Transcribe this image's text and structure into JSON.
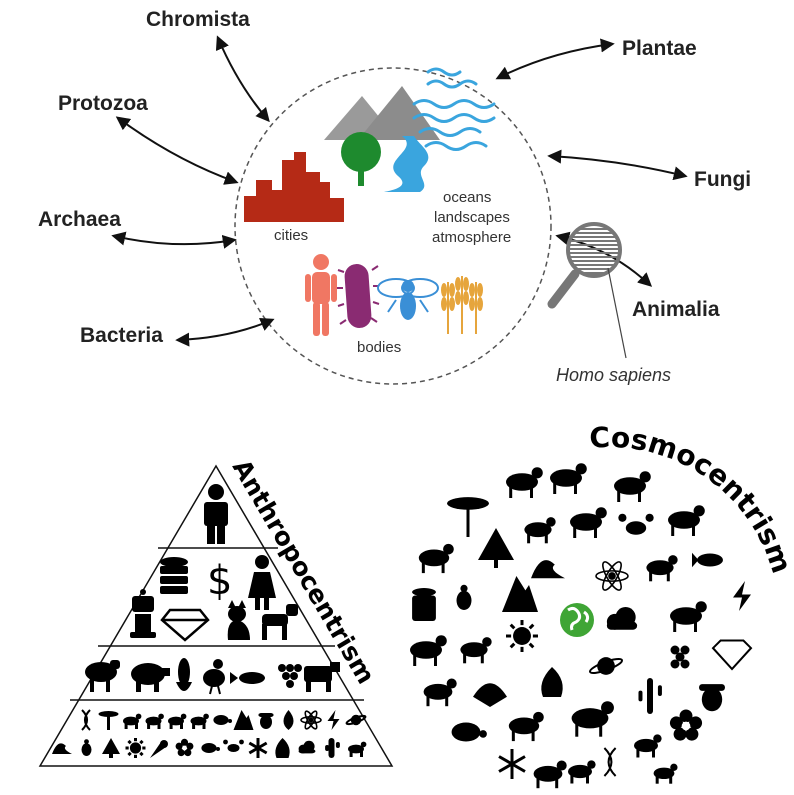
{
  "top_diagram": {
    "kingdoms": {
      "chromista": "Chromista",
      "protozoa": "Protozoa",
      "archaea": "Archaea",
      "bacteria": "Bacteria",
      "plantae": "Plantae",
      "fungi": "Fungi",
      "animalia": "Animalia"
    },
    "labels": {
      "cities": "cities",
      "oceans": "oceans",
      "landscapes": "landscapes",
      "atmosphere": "atmosphere",
      "bodies": "bodies",
      "homo_sapiens": "Homo sapiens"
    },
    "colors": {
      "cities": "#b52a16",
      "mountain": "#9a9a9a",
      "tree": "#1e8a2e",
      "water": "#3aa5de",
      "body": "#f07763",
      "bacterium": "#8a2b72",
      "bee": "#3a8fd6",
      "wheat": "#e6a53c",
      "lens": "#777777"
    }
  },
  "bottom_left": {
    "title": "Anthropocentrism",
    "tiers": [
      {
        "icons": [
          "person-icon"
        ]
      },
      {
        "icons": [
          "database-icon",
          "dollar-icon",
          "woman-icon",
          "robot-icon",
          "diamond-icon",
          "cat-icon",
          "dog-icon"
        ]
      },
      {
        "icons": [
          "sheep-icon",
          "pig-icon",
          "corn-icon",
          "rooster-icon",
          "fish-icon",
          "grapes-icon",
          "cow-icon"
        ]
      },
      {
        "icons": [
          "dna-icon",
          "palm-icon",
          "dinosaur-icon",
          "elephant-icon",
          "snake-icon",
          "frog-icon",
          "turtle-icon",
          "mountain-icon",
          "acorn-icon",
          "drop-icon",
          "atom-icon",
          "lightning-icon",
          "saturn-icon",
          "wave-icon",
          "bug-icon",
          "tree-icon",
          "sun-icon",
          "comet-icon",
          "flower-icon",
          "turtle-icon",
          "crab-icon",
          "snowflake-icon",
          "fire-icon",
          "cloud-icon",
          "cactus-icon",
          "rat-icon"
        ]
      }
    ]
  },
  "bottom_right": {
    "title": "Cosmocentrism",
    "earth_color": "#3fa535"
  }
}
